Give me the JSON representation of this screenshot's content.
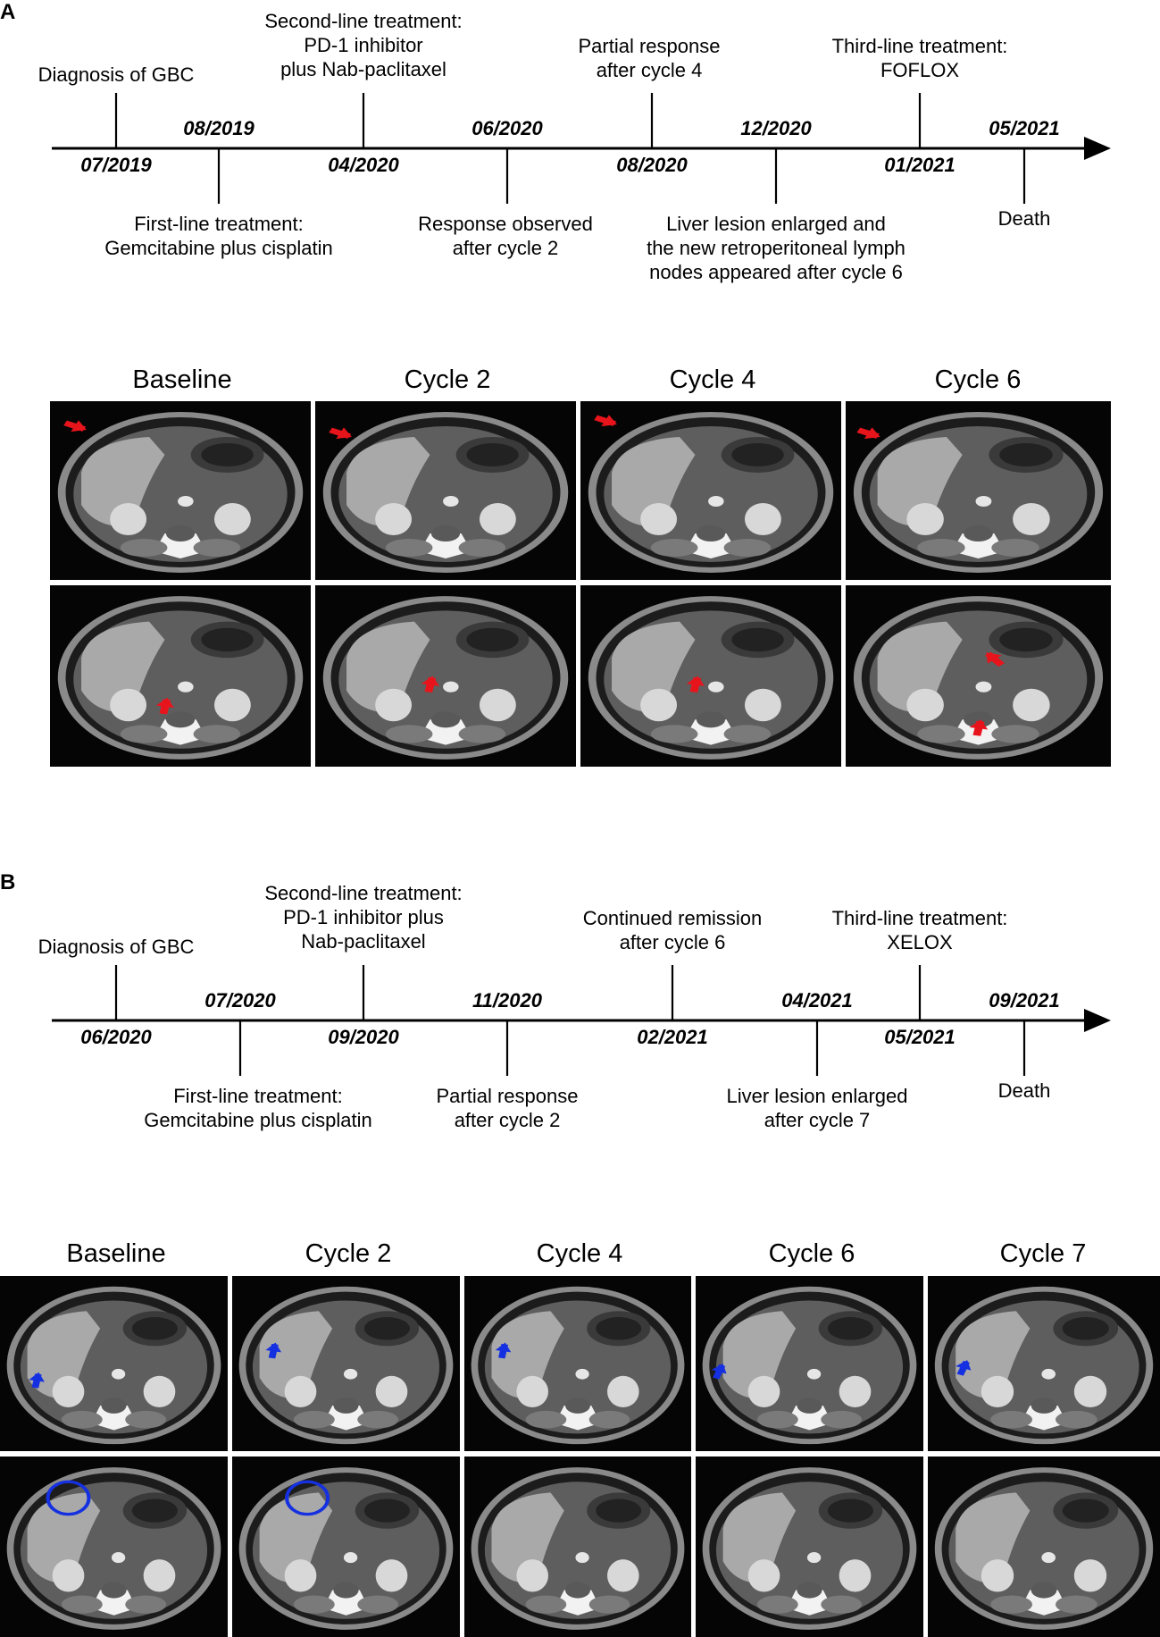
{
  "panels": [
    {
      "letter": "A",
      "timeline": {
        "above": [
          {
            "date": "08/2019",
            "text": []
          },
          {
            "date": "06/2020",
            "text": []
          },
          {
            "date": "12/2020",
            "text": []
          },
          {
            "date": "05/2021",
            "text": []
          }
        ],
        "ticks_up": [
          {
            "date": "07/2019",
            "lines": [
              "Diagnosis of GBC"
            ]
          },
          {
            "date": "04/2020",
            "lines": [
              "Second-line treatment:",
              "PD-1 inhibitor",
              "plus Nab-paclitaxel"
            ]
          },
          {
            "date": "08/2020",
            "lines": [
              "Partial response",
              "after cycle 4"
            ]
          },
          {
            "date": "01/2021",
            "lines": [
              "Third-line treatment:",
              "FOFLOX"
            ]
          }
        ],
        "ticks_down": [
          {
            "lines": [
              "First-line treatment:",
              "Gemcitabine plus cisplatin"
            ]
          },
          {
            "lines": [
              "Response observed",
              "after cycle 2"
            ]
          },
          {
            "lines": [
              "Liver lesion enlarged and",
              "the new retroperitoneal lymph",
              "nodes appeared after cycle 6"
            ]
          },
          {
            "lines": [
              "Death"
            ]
          }
        ]
      },
      "columns": [
        "Baseline",
        "Cycle 2",
        "Cycle 4",
        "Cycle 6"
      ],
      "marker_color": "#e8141c"
    },
    {
      "letter": "B",
      "timeline": {
        "above": [
          {
            "date": "07/2020",
            "text": []
          },
          {
            "date": "11/2020",
            "text": []
          },
          {
            "date": "04/2021",
            "text": []
          },
          {
            "date": "09/2021",
            "text": []
          }
        ],
        "ticks_up": [
          {
            "date": "06/2020",
            "lines": [
              "Diagnosis of GBC"
            ]
          },
          {
            "date": "09/2020",
            "lines": [
              "Second-line treatment:",
              "PD-1 inhibitor plus",
              "Nab-paclitaxel"
            ]
          },
          {
            "date": "02/2021",
            "lines": [
              "Continued remission",
              "after cycle 6"
            ]
          },
          {
            "date": "05/2021",
            "lines": [
              "Third-line treatment:",
              "XELOX"
            ]
          }
        ],
        "ticks_down": [
          {
            "lines": [
              "First-line treatment:",
              "Gemcitabine plus cisplatin"
            ]
          },
          {
            "lines": [
              "Partial response",
              "after cycle 2"
            ]
          },
          {
            "lines": [
              "Liver lesion enlarged",
              "after cycle 7"
            ]
          },
          {
            "lines": [
              "Death"
            ]
          }
        ]
      },
      "columns": [
        "Baseline",
        "Cycle 2",
        "Cycle 4",
        "Cycle 6",
        "Cycle 7"
      ],
      "marker_color": "#1530e0"
    }
  ]
}
